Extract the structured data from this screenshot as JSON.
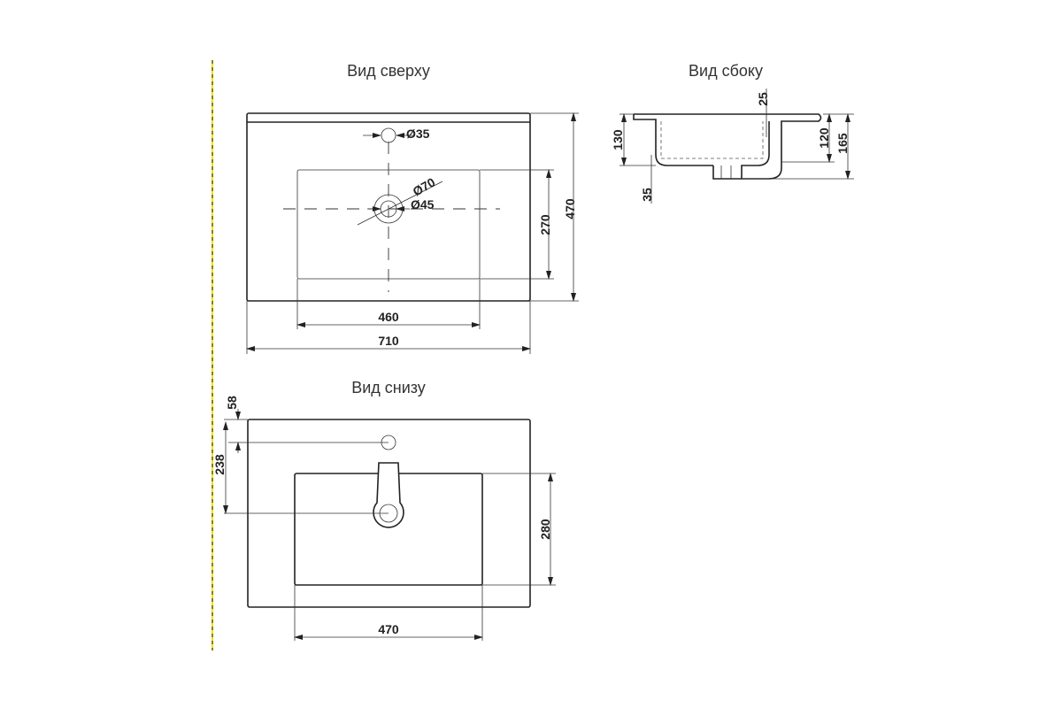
{
  "views": {
    "top": {
      "title": "Вид сверху",
      "dims": {
        "tap_hole": "Ø35",
        "drain_outer": "Ø70",
        "drain_inner": "Ø45",
        "basin_depth": "270",
        "total_depth": "470",
        "basin_width": "460",
        "total_width": "710"
      }
    },
    "side": {
      "title": "Вид сбоку",
      "dims": {
        "rim": "25",
        "bowl_height": "130",
        "inner_height": "120",
        "total_height": "165",
        "drain_offset": "35"
      }
    },
    "bottom": {
      "title": "Вид снизу",
      "dims": {
        "tap_offset": "58",
        "drain_offset": "238",
        "basin_depth": "280",
        "basin_width": "470"
      }
    }
  },
  "colors": {
    "line": "#222222",
    "border_dash": "#e8d800"
  }
}
